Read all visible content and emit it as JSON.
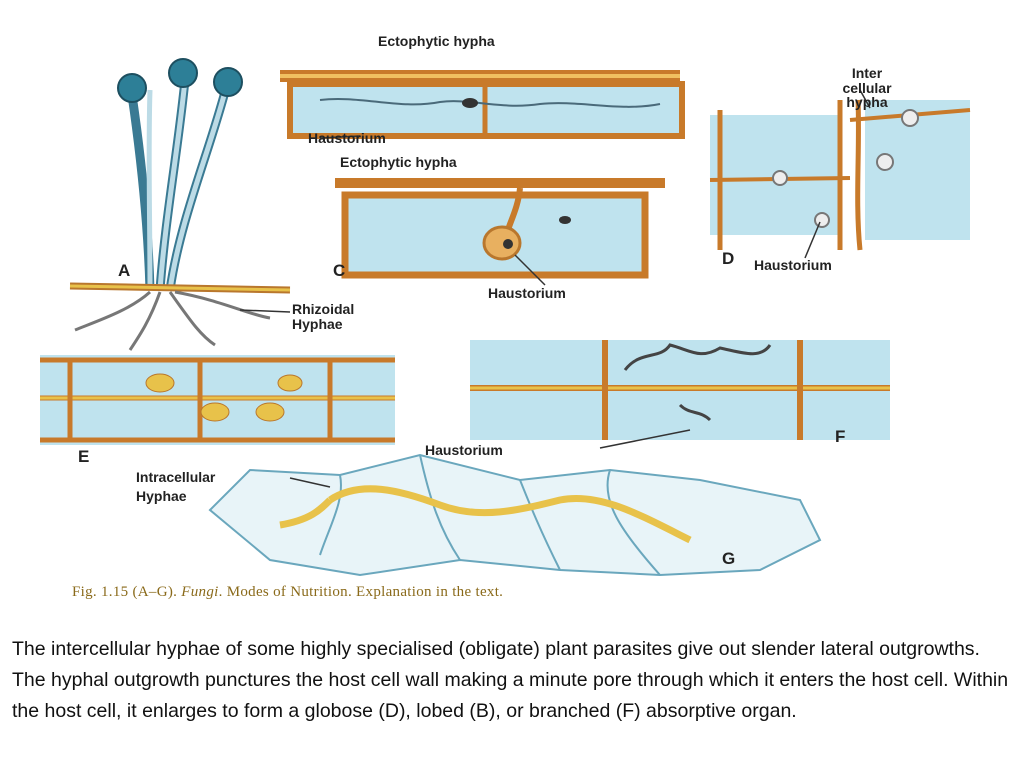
{
  "figure": {
    "labels": {
      "ectophytic_hypha_top": "Ectophytic hypha",
      "haustorium_b": "Haustorium",
      "ectophytic_hypha_c": "Ectophytic hypha",
      "haustorium_c": "Haustorium",
      "inter_cellular_line1": "Inter",
      "inter_cellular_line2": "cellular",
      "inter_cellular_line3": "hypha",
      "haustorium_d": "Haustorium",
      "rhizoidal_line1": "Rhizoidal",
      "rhizoidal_line2": "Hyphae",
      "haustorium_ef": "Haustorium",
      "intracellular_line1": "Intracellular",
      "intracellular_line2": "Hyphae"
    },
    "panel_letters": {
      "a": "A",
      "c": "C",
      "d": "D",
      "e": "E",
      "f": "F",
      "g": "G"
    },
    "caption": {
      "prefix": "Fig. 1.15 (A–G).",
      "italic": "Fungi",
      "suffix": ". Modes of Nutrition. Explanation in the text."
    }
  },
  "body_text": "The intercellular hyphae of some highly specialised (obligate) plant parasites give out slender lateral outgrowths. The hyphal outgrowth punctures the host cell wall making a minute pore through which it enters the host cell. Within the host cell, it enlarges to form a globose (D), lobed (B), or branched (F) absorptive organ.",
  "colors": {
    "cell_fill": "#bfe3ee",
    "cell_wall": "#c87a2a",
    "hypha": "#e8c24a",
    "sporangium": "#2d7f97"
  }
}
